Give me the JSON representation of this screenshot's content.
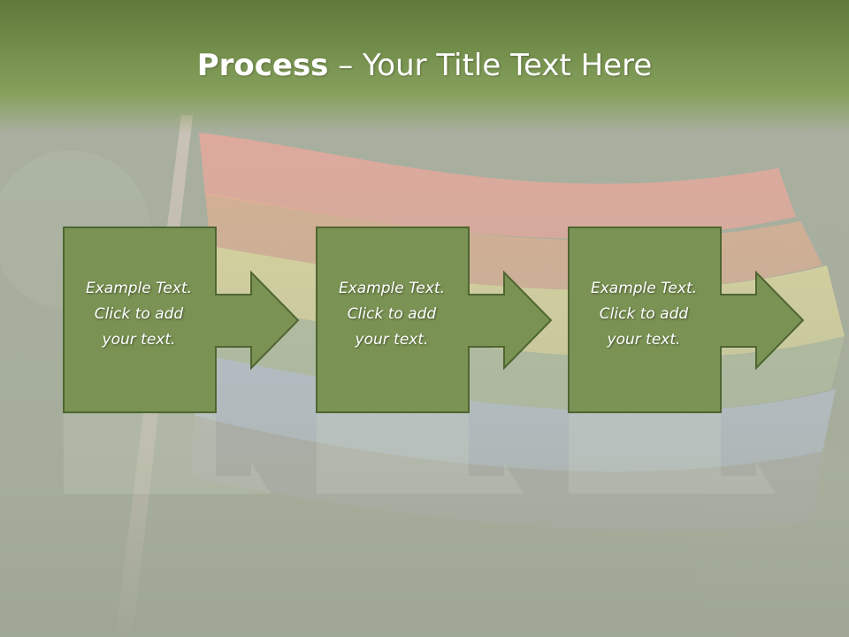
{
  "title": {
    "bold": "Process",
    "rest": " – Your Title Text Here"
  },
  "steps": [
    {
      "line1": "Example Text.",
      "line2": "Click  to add",
      "line3": "your text."
    },
    {
      "line1": "Example Text.",
      "line2": "Click  to add",
      "line3": "your text."
    },
    {
      "line1": "Example Text.",
      "line2": "Click  to add",
      "line3": "your text."
    }
  ],
  "colors": {
    "box_fill": "#7a9253",
    "box_border": "#4f6632",
    "header": "#6f8a48"
  }
}
